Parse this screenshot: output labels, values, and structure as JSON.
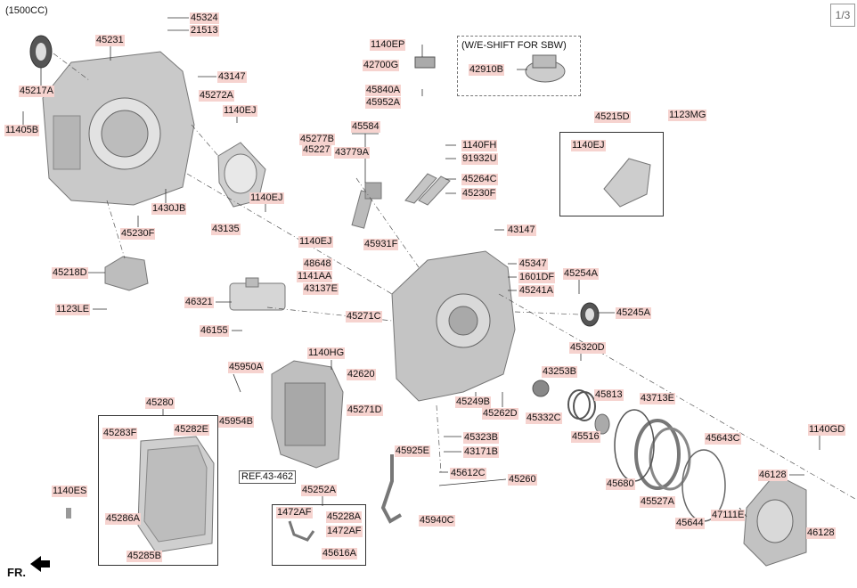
{
  "header": {
    "engine": "(1500CC)",
    "page_indicator": "1/3",
    "option_note": "(W/E-SHIFT FOR SBW)",
    "ref": "REF.43-462",
    "front": "FR."
  },
  "parts": {
    "p45324": "45324",
    "p21513": "21513",
    "p45231": "45231",
    "p45217A": "45217A",
    "p43147a": "43147",
    "p45272A": "45272A",
    "p1140EJa": "1140EJ",
    "p11405B": "11405B",
    "p1140EJb": "1140EJ",
    "p1430JB": "1430JB",
    "p43135": "43135",
    "p45230Fa": "45230F",
    "p45218D": "45218D",
    "p1123LE": "1123LE",
    "p1140EP": "1140EP",
    "p42700G": "42700G",
    "p45840A": "45840A",
    "p45952A": "45952A",
    "p42910B": "42910B",
    "p45584": "45584",
    "p45277B": "45277B",
    "p45227": "45227",
    "p43779A": "43779A",
    "p1140FH": "1140FH",
    "p91932U": "91932U",
    "p45264C": "45264C",
    "p45230Fb": "45230F",
    "p45215D": "45215D",
    "p1123MG": "1123MG",
    "p1140EJc": "1140EJ",
    "p43147b": "43147",
    "p1140EJd": "1140EJ",
    "p45931F": "45931F",
    "p48648": "48648",
    "p1141AA": "1141AA",
    "p43137E": "43137E",
    "p45271C": "45271C",
    "p45347": "45347",
    "p1601DF": "1601DF",
    "p45241A": "45241A",
    "p45254A": "45254A",
    "p45245A": "45245A",
    "p46321": "46321",
    "p46155": "46155",
    "p1140HG": "1140HG",
    "p42620": "42620",
    "p45950A": "45950A",
    "p45954B": "45954B",
    "p45271D": "45271D",
    "p45249B": "45249B",
    "p45262D": "45262D",
    "p45320D": "45320D",
    "p43253B": "43253B",
    "p45813": "45813",
    "p43713E": "43713E",
    "p45332C": "45332C",
    "p45516": "45516",
    "p45280": "45280",
    "p45283F": "45283F",
    "p45282E": "45282E",
    "p45323B": "45323B",
    "p43171B": "43171B",
    "p45925E": "45925E",
    "p45612C": "45612C",
    "p45260": "45260",
    "p45643C": "45643C",
    "p1140GD": "1140GD",
    "p45680": "45680",
    "p46128a": "46128",
    "p45527A": "45527A",
    "p47111E": "47111E",
    "p45644": "45644",
    "p46128b": "46128",
    "p1140ES": "1140ES",
    "p45286A": "45286A",
    "p45285B": "45285B",
    "p45252A": "45252A",
    "p1472AFa": "1472AF",
    "p45228A": "45228A",
    "p1472AFb": "1472AF",
    "p45940C": "45940C",
    "p45616A": "45616A"
  }
}
